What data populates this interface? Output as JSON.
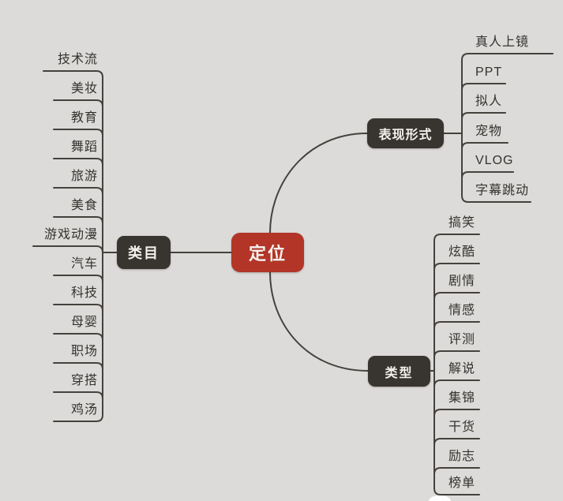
{
  "app": {
    "background_color": "#dcdbd9",
    "line_color": "#45413d",
    "center_color": "#b23527",
    "branch_color": "#38342f"
  },
  "center": {
    "label": "定位"
  },
  "branches": [
    {
      "label": "类目",
      "items": [
        "技术流",
        "美妆",
        "教育",
        "舞蹈",
        "旅游",
        "美食",
        "游戏动漫",
        "汽车",
        "科技",
        "母婴",
        "职场",
        "穿搭",
        "鸡汤"
      ]
    },
    {
      "label": "表现形式",
      "items": [
        "真人上镜",
        "PPT",
        "拟人",
        "宠物",
        "VLOG",
        "字幕跳动"
      ]
    },
    {
      "label": "类型",
      "items": [
        "搞笑",
        "炫酷",
        "剧情",
        "情感",
        "评测",
        "解说",
        "集锦",
        "干货",
        "励志",
        "榜单"
      ]
    }
  ]
}
